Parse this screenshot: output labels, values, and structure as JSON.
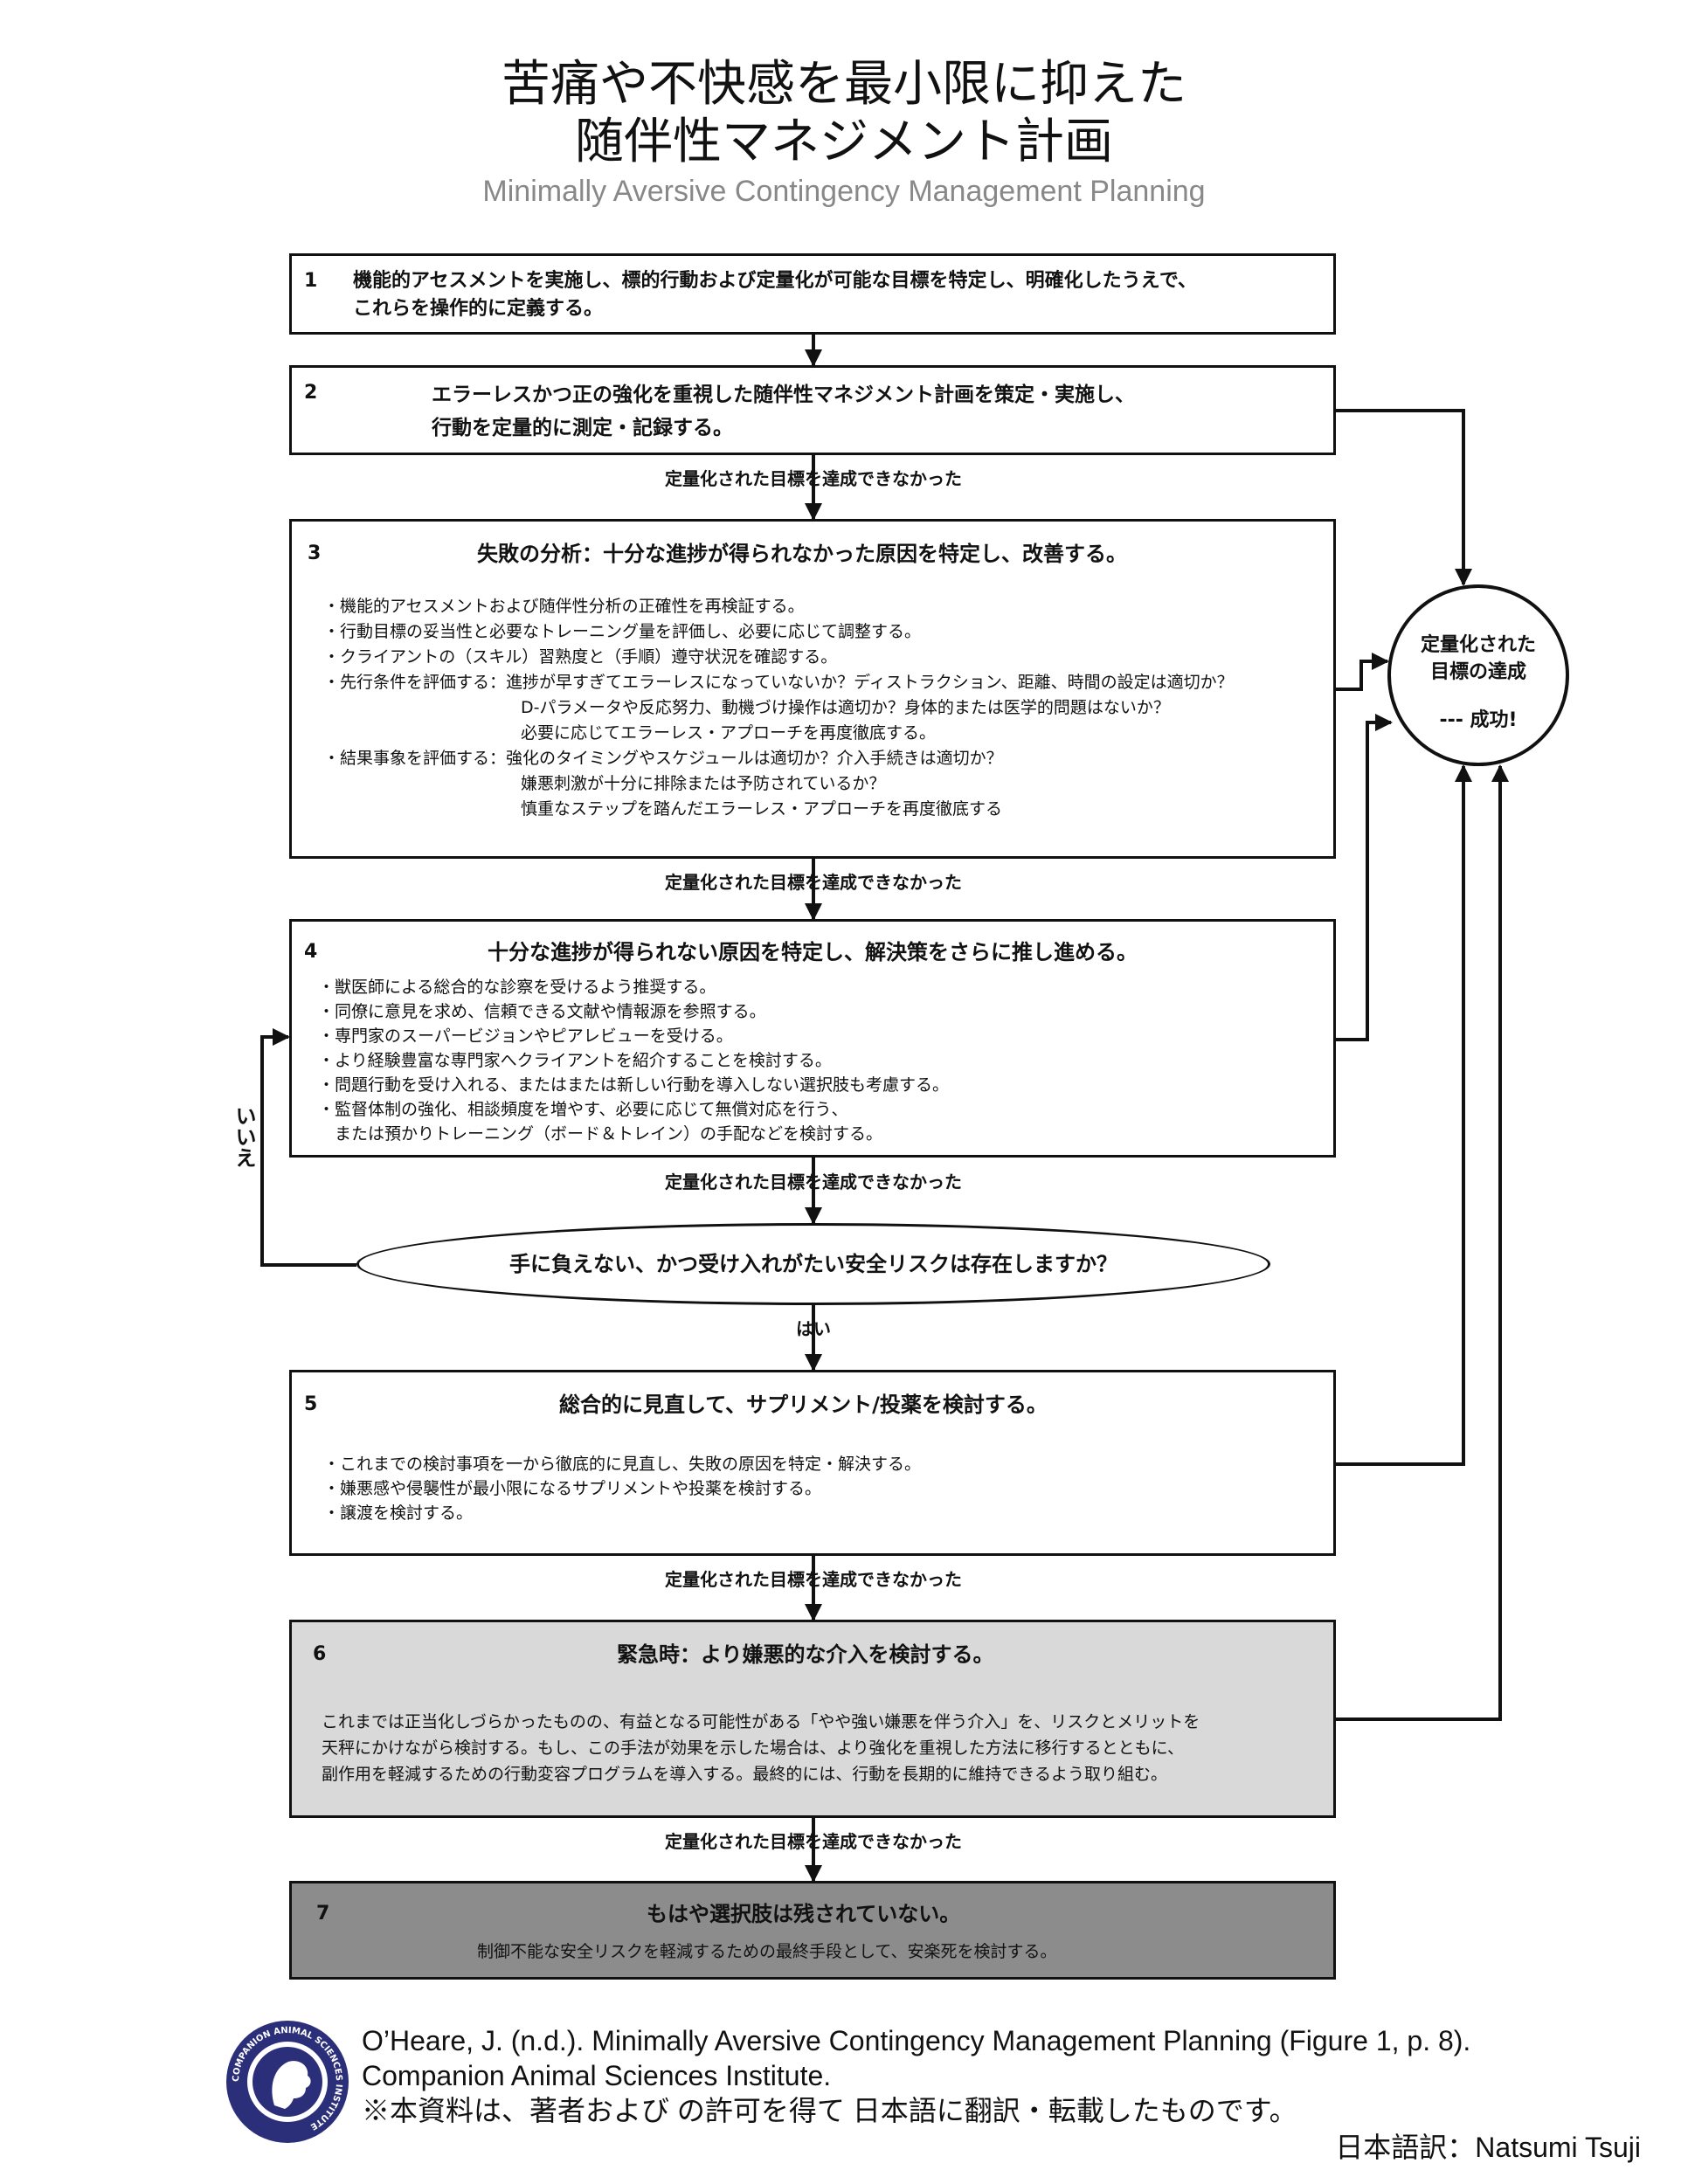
{
  "header": {
    "title_line1": "苦痛や不快感を最小限に抑えた",
    "title_line2": "随伴性マネジメント計画",
    "subtitle": "Minimally Aversive Contingency Management Planning"
  },
  "edge_labels": {
    "not_achieved": "定量化された目標を達成できなかった",
    "yes": "はい",
    "no": "いいえ"
  },
  "success": {
    "line1": "定量化された",
    "line2": "目標の達成",
    "line3": "--- 成功!"
  },
  "steps": {
    "s1": {
      "num": "1",
      "line1": "機能的アセスメントを実施し、標的行動および定量化が可能な目標を特定し、明確化したうえで、",
      "line2": "これらを操作的に定義する。"
    },
    "s2": {
      "num": "2",
      "line1": "エラーレスかつ正の強化を重視した随伴性マネジメント計画を策定・実施し、",
      "line2": "行動を定量的に測定・記録する。"
    },
    "s3": {
      "num": "3",
      "title": "失敗の分析：十分な進捗が得られなかった原因を特定し、改善する。",
      "items": [
        "・機能的アセスメントおよび随伴性分析の正確性を再検証する。",
        "・行動目標の妥当性と必要なトレーニング量を評価し、必要に応じて調整する。",
        "・クライアントの（スキル）習熟度と（手順）遵守状況を確認する。"
      ],
      "antecedent_label": "・先行条件を評価する：",
      "antecedent": [
        "進捗が早すぎてエラーレスになっていないか？ディストラクション、距離、時間の設定は適切か？",
        "D-パラメータや反応努力、動機づけ操作は適切か？身体的または医学的問題はないか？",
        "必要に応じてエラーレス・アプローチを再度徹底する。"
      ],
      "consequence_label": "・結果事象を評価する：",
      "consequence": [
        "強化のタイミングやスケジュールは適切か？介入手続きは適切か？",
        "嫌悪刺激が十分に排除または予防されているか？",
        "慎重なステップを踏んだエラーレス・アプローチを再度徹底する"
      ]
    },
    "s4": {
      "num": "4",
      "title": "十分な進捗が得られない原因を特定し、解決策をさらに推し進める。",
      "items": [
        "・獣医師による総合的な診察を受けるよう推奨する。",
        "・同僚に意見を求め、信頼できる文献や情報源を参照する。",
        "・専門家のスーパービジョンやピアレビューを受ける。",
        "・より経験豊富な専門家へクライアントを紹介することを検討する。",
        "・問題行動を受け入れる、またはまたは新しい行動を導入しない選択肢も考慮する。",
        "・監督体制の強化、相談頻度を増やす、必要に応じて無償対応を行う、",
        "　または預かりトレーニング（ボード＆トレイン）の手配などを検討する。"
      ]
    },
    "decision": {
      "text": "手に負えない、かつ受け入れがたい安全リスクは存在しますか？"
    },
    "s5": {
      "num": "5",
      "title": "総合的に見直して、サプリメント/投薬を検討する。",
      "items": [
        "・これまでの検討事項を一から徹底的に見直し、失敗の原因を特定・解決する。",
        "・嫌悪感や侵襲性が最小限になるサプリメントや投薬を検討する。",
        "・譲渡を検討する。"
      ]
    },
    "s6": {
      "num": "6",
      "title": "緊急時：より嫌悪的な介入を検討する。",
      "lines": [
        "これまでは正当化しづらかったものの、有益となる可能性がある「やや強い嫌悪を伴う介入」を、リスクとメリットを",
        "天秤にかけながら検討する。もし、この手法が効果を示した場合は、より強化を重視した方法に移行するとともに、",
        "副作用を軽減するための行動変容プログラムを導入する。最終的には、行動を長期的に維持できるよう取り組む。"
      ]
    },
    "s7": {
      "num": "7",
      "title": "もはや選択肢は残されていない。",
      "text": "制御不能な安全リスクを軽減するための最終手段として、安楽死を検討する。"
    }
  },
  "footer": {
    "citation_line1": "O’Heare, J. (n.d.). Minimally Aversive Contingency Management Planning (Figure 1, p. 8).",
    "citation_line2": "Companion Animal Sciences Institute.",
    "note": "※本資料は、著者および の許可を得て 日本語に翻訳・転載したものです。",
    "translator": "日本語訳：Natsumi Tsuji",
    "logo_ring_text": "COMPANION ANIMAL SCIENCES INSTITUTE"
  },
  "colors": {
    "box6_fill": "#d9d9d9",
    "box7_fill": "#8c8c8c",
    "logo_blue": "#2b2f7a"
  }
}
